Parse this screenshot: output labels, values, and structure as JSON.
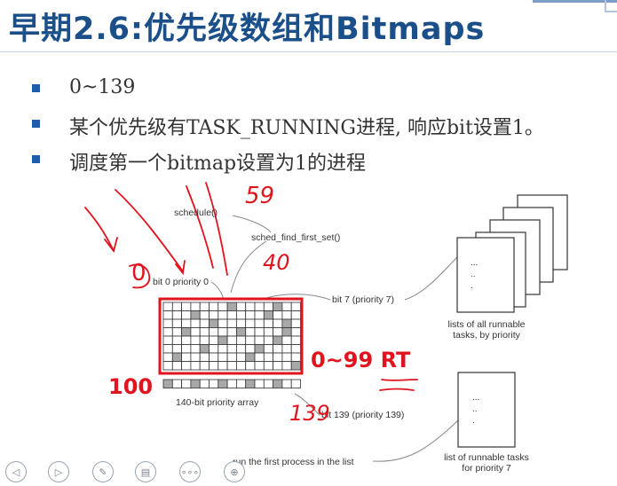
{
  "slide": {
    "title": "早期2.6:优先级数组和Bitmaps",
    "bullets": [
      "0~139",
      "某个优先级有TASK_RUNNING进程, 响应bit设置1。",
      "调度第一个bitmap设置为1的进程"
    ]
  },
  "diagram": {
    "schedule": "schedule()",
    "sched_find_first_set": "sched_find_first_set()",
    "bit0": "bit 0 priority 0",
    "bit7": "bit 7 (priority 7)",
    "bit139": "bit 139 (priority 139)",
    "array_label": "140-bit priority array",
    "run_first": "run the first process in the list",
    "lists_all": [
      "lists of all runnable",
      "tasks, by priority"
    ],
    "list_prio7": [
      "list of runnable tasks",
      "for priority 7"
    ],
    "dots": [
      "...",
      "..",
      "."
    ]
  },
  "annotations": {
    "rt_range": "0~99 RT",
    "hundred": "100",
    "n59": "59",
    "n40": "40",
    "n0": "0",
    "n139": "139"
  },
  "colors": {
    "title": "#1b4f8a",
    "bullet": "#1f5ba8",
    "annotation": "#e0141e"
  },
  "nav_icons": [
    "prev-icon",
    "next-icon",
    "pen-icon",
    "slide-menu-icon",
    "more-icon",
    "zoom-icon"
  ]
}
